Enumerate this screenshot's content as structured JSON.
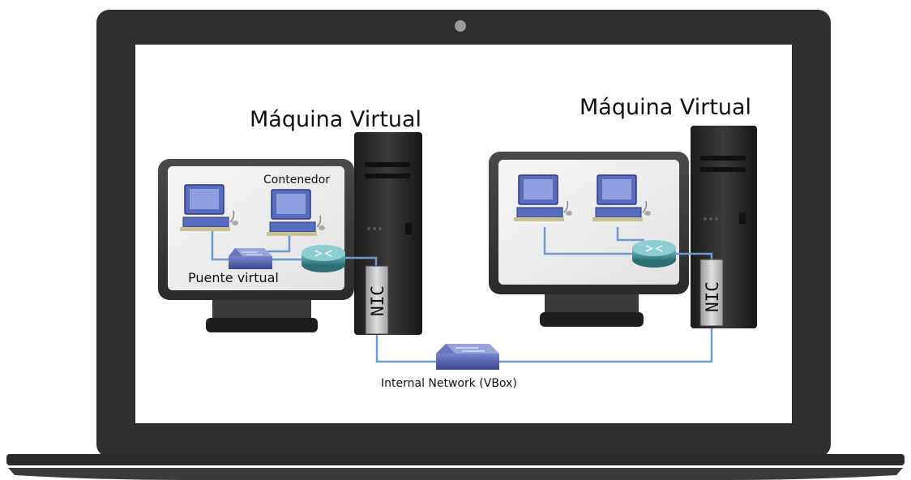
{
  "labels": {
    "vm_left_title": "Máquina Virtual",
    "vm_right_title": "Máquina Virtual",
    "container_label": "Contenedor",
    "bridge_label": "Puente virtual",
    "nic_left": "NIC",
    "nic_right": "NIC",
    "internal_network_label": "Internal Network (VBox)"
  },
  "colors": {
    "laptop_frame": "#2f2f2f",
    "screen_bg": "#ffffff",
    "cable": "#6f9bd0",
    "switch": "#4b5aa8",
    "router": "#3f8f95",
    "pc": "#5a6cc0",
    "nic": "#c8c8c8"
  }
}
